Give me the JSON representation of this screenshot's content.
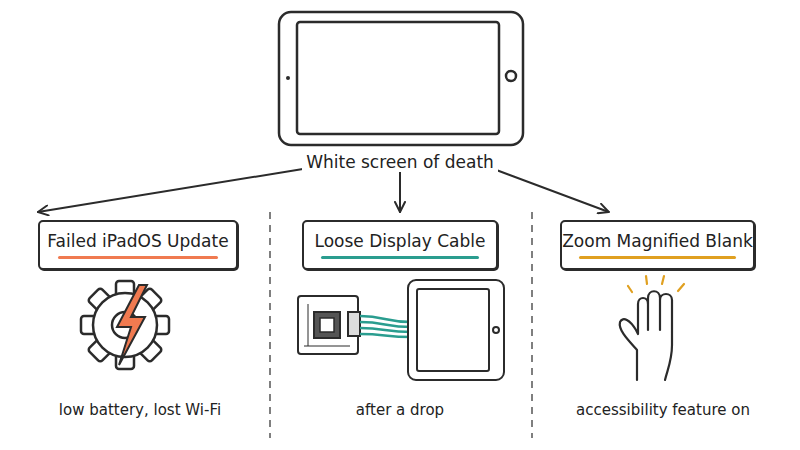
{
  "diagram": {
    "nodes": [
      {
        "text": [
          "White screen of death"
        ]
      },
      {
        "text": [
          "Failed iPadOS Update"
        ]
      },
      {
        "text": [
          "Loose Display Cable"
        ]
      },
      {
        "text": [
          "Zoom Magnified Blank"
        ]
      }
    ],
    "edges": [
      {
        "from": 0,
        "to": 1,
        "arrow": "to"
      },
      {
        "from": 0,
        "to": 2,
        "arrow": "to"
      },
      {
        "from": 0,
        "to": 3,
        "arrow": "to"
      }
    ],
    "labels": [
      "low battery, lost Wi-Fi",
      "after a drop",
      "accessibility feature on"
    ]
  }
}
